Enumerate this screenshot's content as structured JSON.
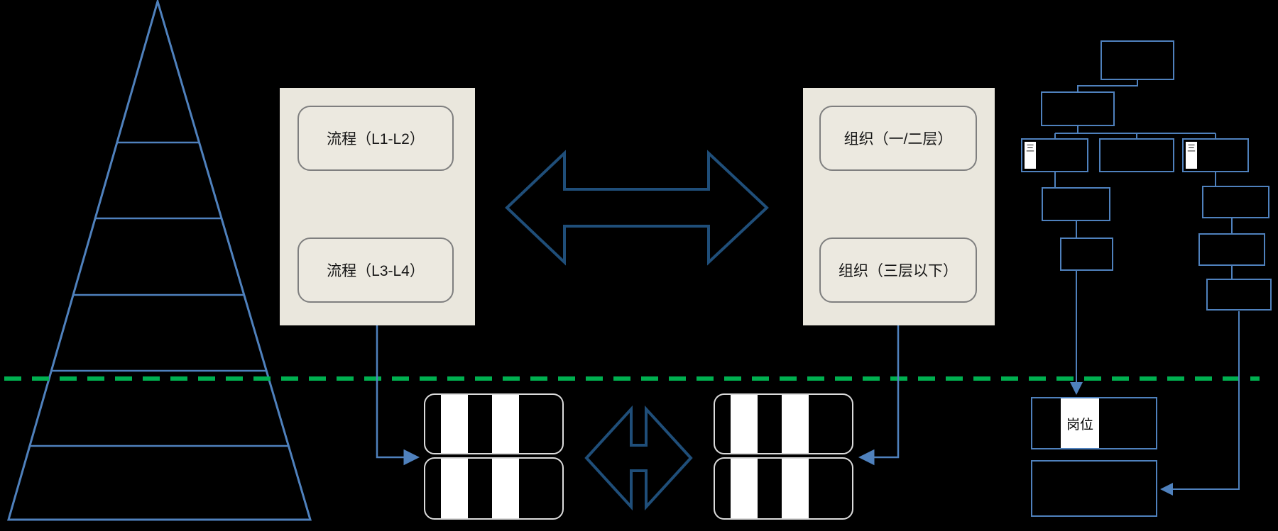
{
  "colors": {
    "background": "#000000",
    "line_blue": "#4f81bd",
    "arrow_outline_navy": "#1f4e79",
    "separator_green": "#00b050",
    "panel_beige": "#eae7dd",
    "node_fill": "#ece9e0",
    "node_border": "#7f7f7f"
  },
  "pyramid": {
    "segments": 6
  },
  "process_panel": {
    "top": {
      "label": "流程（L1-L2）"
    },
    "bottom": {
      "label": "流程（L3-L4）"
    }
  },
  "org_panel": {
    "top": {
      "label": "组织（一/二层）"
    },
    "bottom": {
      "label": "组织（三层以下）"
    }
  },
  "org_chart": {
    "left_node_stripe": "三",
    "right_node_stripe": "三",
    "position_label": "岗位"
  }
}
